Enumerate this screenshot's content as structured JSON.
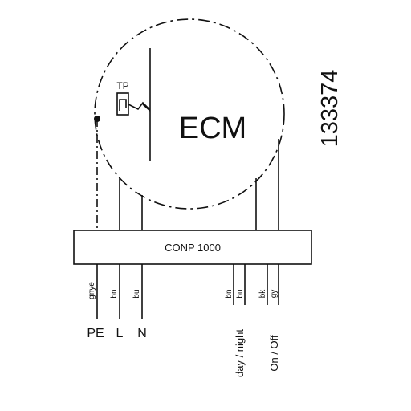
{
  "diagram": {
    "motor_label": "ECM",
    "thermal_protector_label": "TP",
    "drawing_number": "133374",
    "controller_label": "CONP 1000",
    "wires": [
      {
        "color_code": "gnye",
        "terminal": "PE"
      },
      {
        "color_code": "bn",
        "terminal": "L"
      },
      {
        "color_code": "bu",
        "terminal": "N"
      },
      {
        "color_code": "bn",
        "terminal": "day / night"
      },
      {
        "color_code": "bu",
        "terminal": ""
      },
      {
        "color_code": "bk",
        "terminal": "On / Off"
      },
      {
        "color_code": "gy",
        "terminal": ""
      }
    ]
  }
}
